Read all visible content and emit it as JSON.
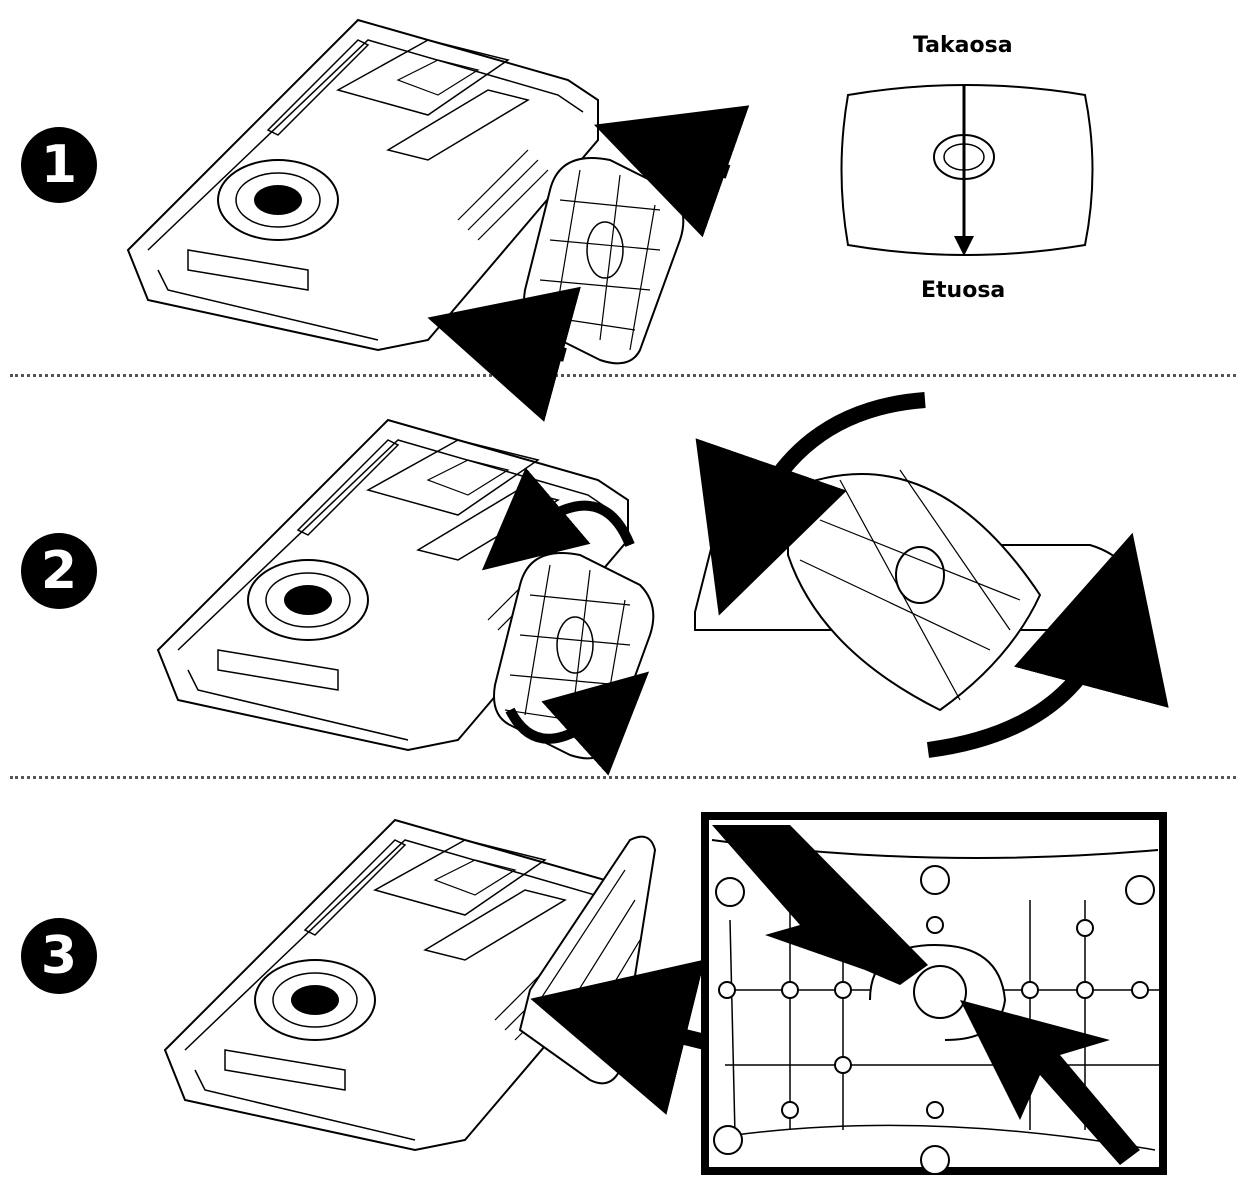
{
  "steps": [
    {
      "number": "1"
    },
    {
      "number": "2"
    },
    {
      "number": "3"
    }
  ],
  "orientation": {
    "top_label": "Takaosa",
    "bottom_label": "Etuosa"
  },
  "colors": {
    "ink": "#000000",
    "paper": "#ffffff",
    "divider": "#555555"
  }
}
